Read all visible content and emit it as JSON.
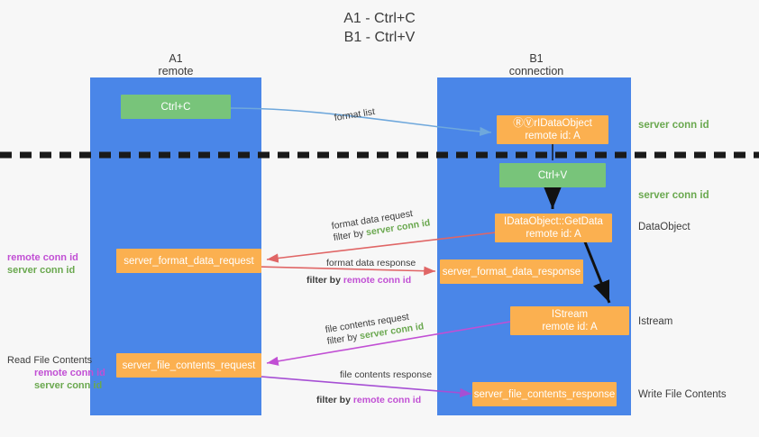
{
  "title": {
    "line1": "A1 - Ctrl+C",
    "line2": "B1 - Ctrl+V"
  },
  "lanes": [
    {
      "id": "a1",
      "line1": "A1",
      "line2": "remote"
    },
    {
      "id": "b1",
      "line1": "B1",
      "line2": "connection"
    }
  ],
  "nodes": {
    "ctrl_c": {
      "label": "Ctrl+C"
    },
    "new_idataobject": {
      "line1": "ⓇⓋrIDataObject",
      "line2": "remote id: A"
    },
    "ctrl_v": {
      "label": "Ctrl+V"
    },
    "getdata": {
      "line1": "IDataObject::GetData",
      "line2": "remote id: A"
    },
    "istream": {
      "line1": "IStream",
      "line2": "remote id: A"
    },
    "server_format_data_request": {
      "label": "server_format_data_request"
    },
    "server_format_data_response": {
      "label": "server_format_data_response"
    },
    "server_file_contents_request": {
      "label": "server_file_contents_request"
    },
    "server_file_contents_response": {
      "label": "server_file_contents_response"
    }
  },
  "right_labels": {
    "server_conn_id_1": "server conn id",
    "server_conn_id_2": "server conn id",
    "dataobject": "DataObject",
    "istream": "Istream",
    "write_file_contents": "Write File Contents"
  },
  "left_labels": {
    "remote_conn_id_1": "remote conn id",
    "server_conn_id_1": "server conn id",
    "read_file_contents": "Read File Contents",
    "remote_conn_id_2": "remote conn id",
    "server_conn_id_2": "server conn id"
  },
  "arrows": {
    "format_list": "format list",
    "format_data_request": "format data request",
    "format_data_request_filter_prefix": "filter by ",
    "format_data_request_filter_value": "server conn id",
    "format_data_response": "format data response",
    "format_data_response_filter_prefix": "filter by ",
    "format_data_response_filter_value": "remote conn id",
    "file_contents_request": "file contents request",
    "file_contents_request_filter_prefix": "filter by ",
    "file_contents_request_filter_value": "server conn id",
    "file_contents_response": "file contents response",
    "file_contents_response_filter_prefix": "filter by ",
    "file_contents_response_filter_value": "remote conn id"
  },
  "colors": {
    "lane": "#4a86e8",
    "green_node": "#78c47a",
    "orange_node": "#fbb050",
    "server_conn": "#6aa84f",
    "remote_conn": "#c14fd4",
    "divider": "#1a1a1a",
    "background": "#f7f7f7"
  }
}
